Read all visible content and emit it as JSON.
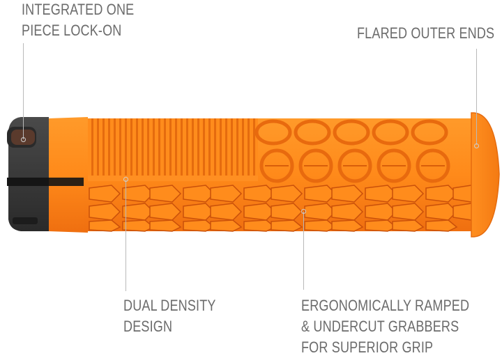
{
  "product": {
    "name": "Lock-on handlebar grip",
    "colors": {
      "grip": "#ff8a1a",
      "grip_shadow": "#e2620a",
      "grip_dark": "#c9500a",
      "clamp": "#3b3b3b",
      "label_text": "#6b6b6b",
      "leader_line": "#b9b9b9",
      "background": "#ffffff"
    }
  },
  "callouts": [
    {
      "id": "integrated-lock-on",
      "lines": [
        "INTEGRATED ONE",
        "PIECE LOCK-ON"
      ]
    },
    {
      "id": "flared-outer-ends",
      "lines": [
        "FLARED OUTER ENDS"
      ]
    },
    {
      "id": "dual-density",
      "lines": [
        "DUAL DENSITY",
        "DESIGN"
      ]
    },
    {
      "id": "ramped-grabbers",
      "lines": [
        "ERGONOMICALLY RAMPED",
        "& UNDERCUT GRABBERS",
        "FOR SUPERIOR GRIP"
      ]
    }
  ]
}
